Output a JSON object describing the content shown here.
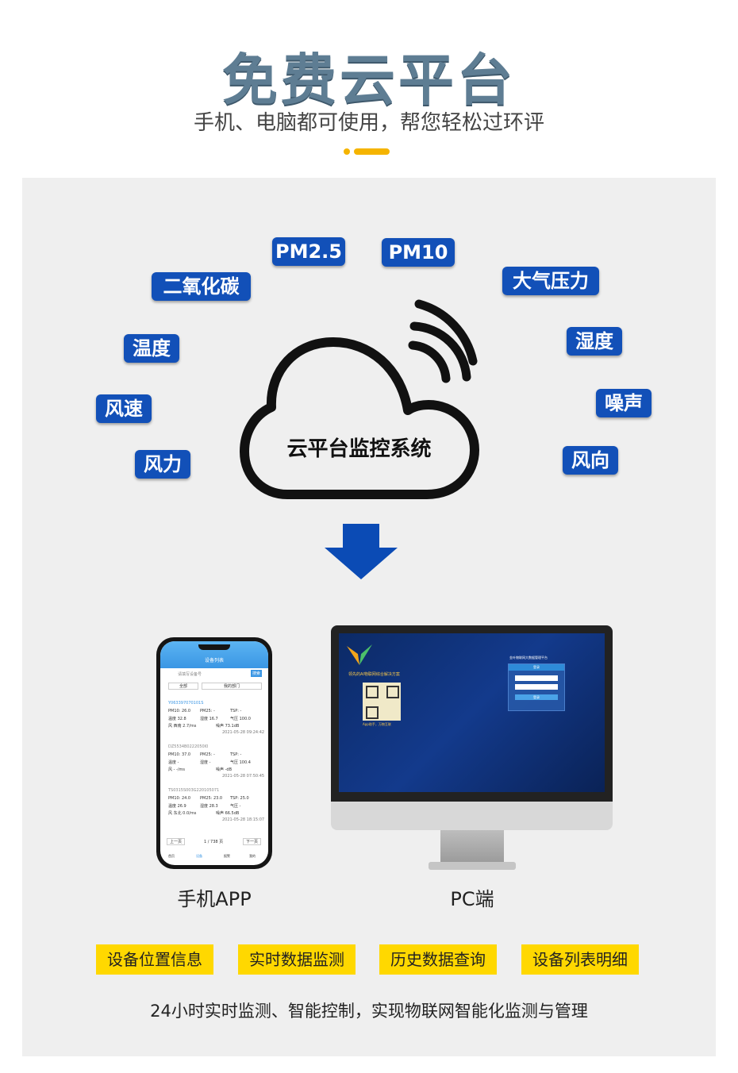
{
  "header": {
    "title": "免费云平台",
    "subtitle": "手机、电脑都可使用，帮您轻松过环评"
  },
  "colors": {
    "accent_yellow": "#ffd800",
    "tag_blue": "#1250b8",
    "arrow_blue": "#0b4bb5"
  },
  "tags": [
    "PM2.5",
    "PM10",
    "二氧化碳",
    "大气压力",
    "温度",
    "湿度",
    "风速",
    "噪声",
    "风力",
    "风向"
  ],
  "cloud": {
    "label": "云平台监控系统",
    "icon": "cloud-signal-icon"
  },
  "devices": {
    "phone_label": "手机APP",
    "pc_label": "PC端",
    "phone_screen": {
      "title": "设备列表",
      "search_placeholder": "请填写设备号",
      "search_button": "搜索",
      "filter_all": "全部",
      "filter_dept": "我的部门",
      "pager_prev": "上一页",
      "pager_info": "1 / 738 页",
      "pager_next": "下一页",
      "records": [
        {
          "id": "Y063397070101S",
          "pm10": "26.0",
          "pm25": "-",
          "tsp": "-",
          "temp": "32.8",
          "hum": "16.7",
          "pres": "100.0",
          "wind": "西南 2.7/ms",
          "noise": "73.1dB",
          "time": "2021-05-28 09:24:42"
        },
        {
          "id": "DZ5534B0222050I0",
          "pm10": "37.0",
          "pm25": "-",
          "tsp": "-",
          "temp": "-",
          "hum": "-",
          "pres": "100.4",
          "wind": "- -/ms",
          "noise": "-dB",
          "time": "2021-05-28 07:50:45"
        },
        {
          "id": "TS0315S003G220105071",
          "pm10": "24.0",
          "pm25": "23.0",
          "tsp": "25.0",
          "temp": "26.9",
          "hum": "28.3",
          "pres": "-",
          "wind": "东北 0.0/ms",
          "noise": "66.5dB",
          "time": "2021-05-28 18:15:07"
        }
      ],
      "nav": [
        "首页",
        "设备",
        "报警",
        "我的"
      ]
    },
    "pc_screen": {
      "slogan": "领先的AI物联网综合解决方案",
      "qr_caption": "App助手，万物互联",
      "login_title": "金叶物联网大数据管理平台",
      "login_box_title": "登录",
      "login_button": "登录"
    }
  },
  "features": [
    "设备位置信息",
    "实时数据监测",
    "历史数据查询",
    "设备列表明细"
  ],
  "footer": "24小时实时监测、智能控制，实现物联网智能化监测与管理"
}
